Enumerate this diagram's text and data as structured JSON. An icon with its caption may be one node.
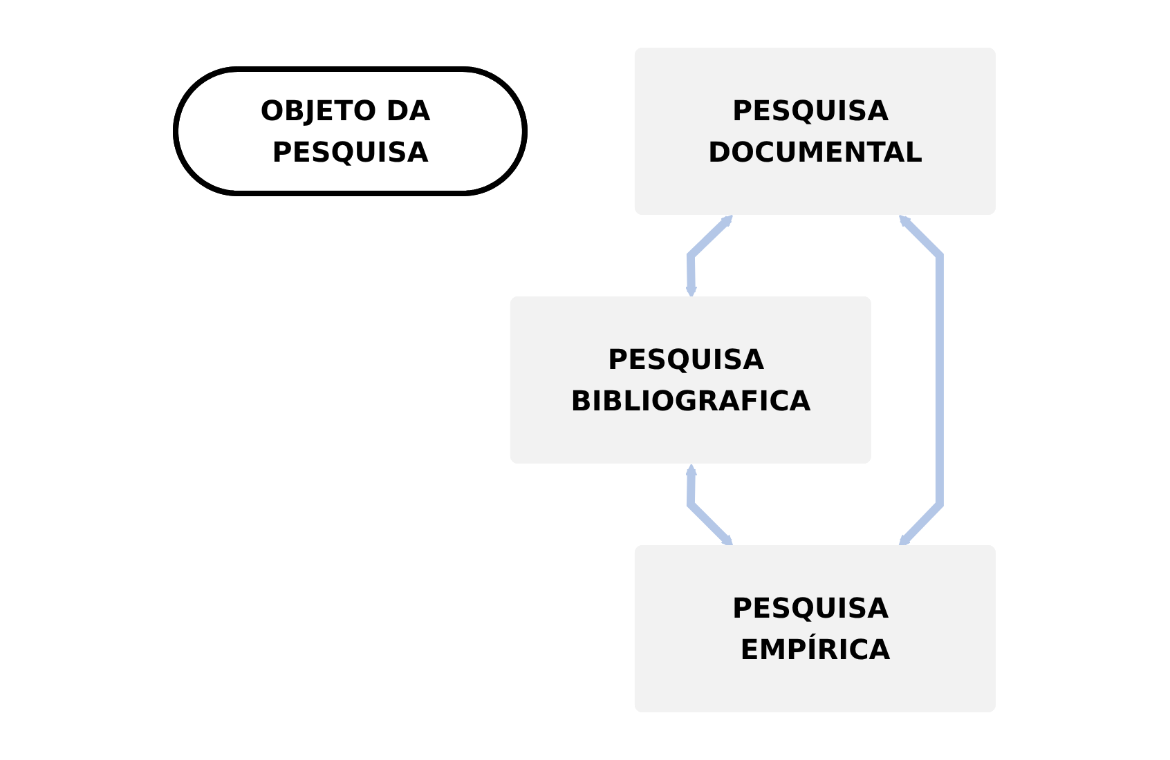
{
  "diagram": {
    "nodes": [
      {
        "text": [
          "PESQUISA BIBLIOGRAFICA"
        ]
      },
      {
        "text": [
          "OBJETO DA PESQUISA"
        ]
      },
      {
        "text": [
          "PESQUISA DOCUMENTAL"
        ]
      },
      {
        "text": [
          "PESQUISA EMPÍRICA"
        ]
      }
    ],
    "edges": [
      {
        "from": 2,
        "to": 0,
        "arrow": "both"
      },
      {
        "from": 0,
        "to": 3,
        "arrow": "both"
      },
      {
        "from": 2,
        "to": 3,
        "arrow": "both"
      }
    ]
  }
}
